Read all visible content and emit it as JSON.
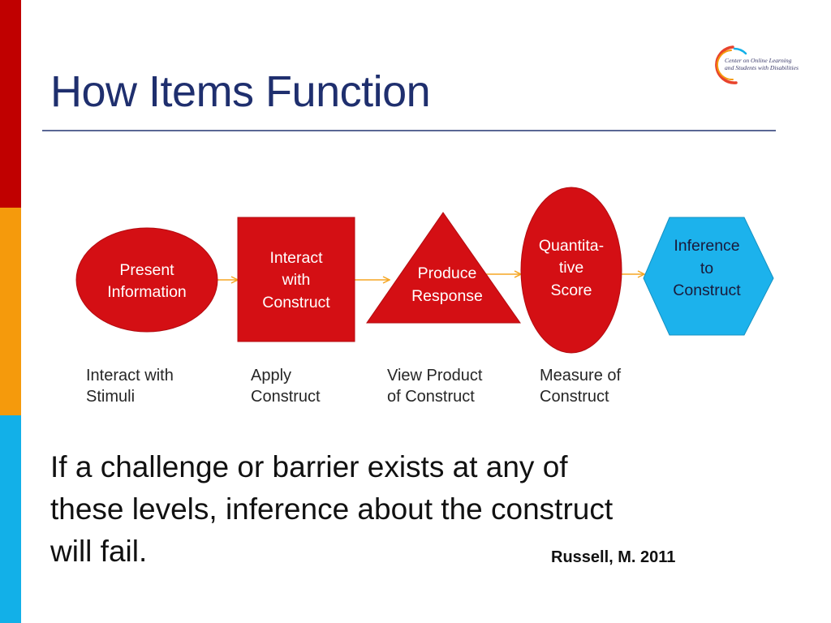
{
  "slide": {
    "title": "How Items Function",
    "logo": {
      "line1": "Center on Online Learning",
      "line2": "and Students with Disabilities"
    },
    "colors": {
      "title": "#1F2F6E",
      "rule": "#5A6794",
      "sidebar_red": "#C00000",
      "sidebar_orange": "#F59A0C",
      "sidebar_blue": "#12B0E8",
      "shape_red": "#D40F14",
      "shape_blue": "#1CB2EC",
      "arrow": "#F5A623"
    }
  },
  "diagram": {
    "steps": [
      {
        "shape": "ellipse",
        "lines": [
          "Present",
          "Information"
        ],
        "caption": [
          "Interact with",
          "Stimuli"
        ]
      },
      {
        "shape": "square",
        "lines": [
          "Interact",
          "with",
          "Construct"
        ],
        "caption": [
          "Apply",
          "Construct"
        ]
      },
      {
        "shape": "triangle",
        "lines": [
          "Produce",
          "Response"
        ],
        "caption": [
          "View Product",
          "of Construct"
        ]
      },
      {
        "shape": "oval",
        "lines": [
          "Quantita-",
          "tive",
          "Score"
        ],
        "caption": [
          "Measure of",
          "Construct"
        ]
      },
      {
        "shape": "hexagon",
        "lines": [
          "Inference",
          "to",
          "Construct"
        ],
        "caption": []
      }
    ]
  },
  "statement": {
    "lines": [
      "If a challenge or barrier exists at any of",
      "these levels, inference about the construct",
      "will fail."
    ],
    "citation": "Russell, M. 2011"
  }
}
